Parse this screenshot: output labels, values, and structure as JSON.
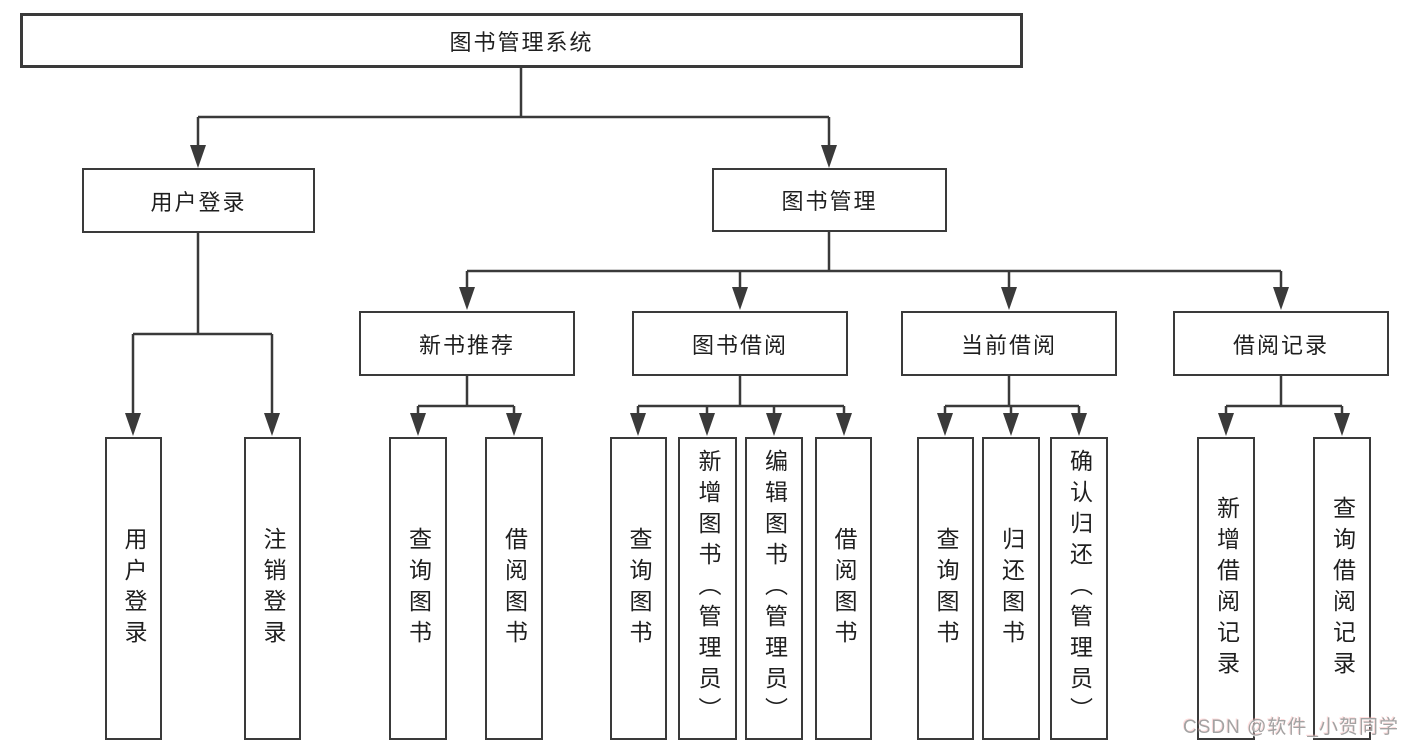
{
  "tree": {
    "label": "图书管理系统",
    "children": [
      {
        "label": "用户登录",
        "children": [
          {
            "label": "用户登录"
          },
          {
            "label": "注销登录"
          }
        ]
      },
      {
        "label": "图书管理",
        "children": [
          {
            "label": "新书推荐",
            "children": [
              {
                "label": "查询图书"
              },
              {
                "label": "借阅图书"
              }
            ]
          },
          {
            "label": "图书借阅",
            "children": [
              {
                "label": "查询图书"
              },
              {
                "label": "新增图书（管理员）"
              },
              {
                "label": "编辑图书（管理员）"
              },
              {
                "label": "借阅图书"
              }
            ]
          },
          {
            "label": "当前借阅",
            "children": [
              {
                "label": "查询图书"
              },
              {
                "label": "归还图书"
              },
              {
                "label": "确认归还（管理员）"
              }
            ]
          },
          {
            "label": "借阅记录",
            "children": [
              {
                "label": "新增借阅记录"
              },
              {
                "label": "查询借阅记录"
              }
            ]
          }
        ]
      }
    ]
  },
  "watermark": "CSDN @软件_小贺同学",
  "colors": {
    "line": "#3a3a3a",
    "box_border": "#3a3a3a",
    "text": "#1f1f1f",
    "watermark": "#a3a3a3",
    "background": "#ffffff"
  }
}
